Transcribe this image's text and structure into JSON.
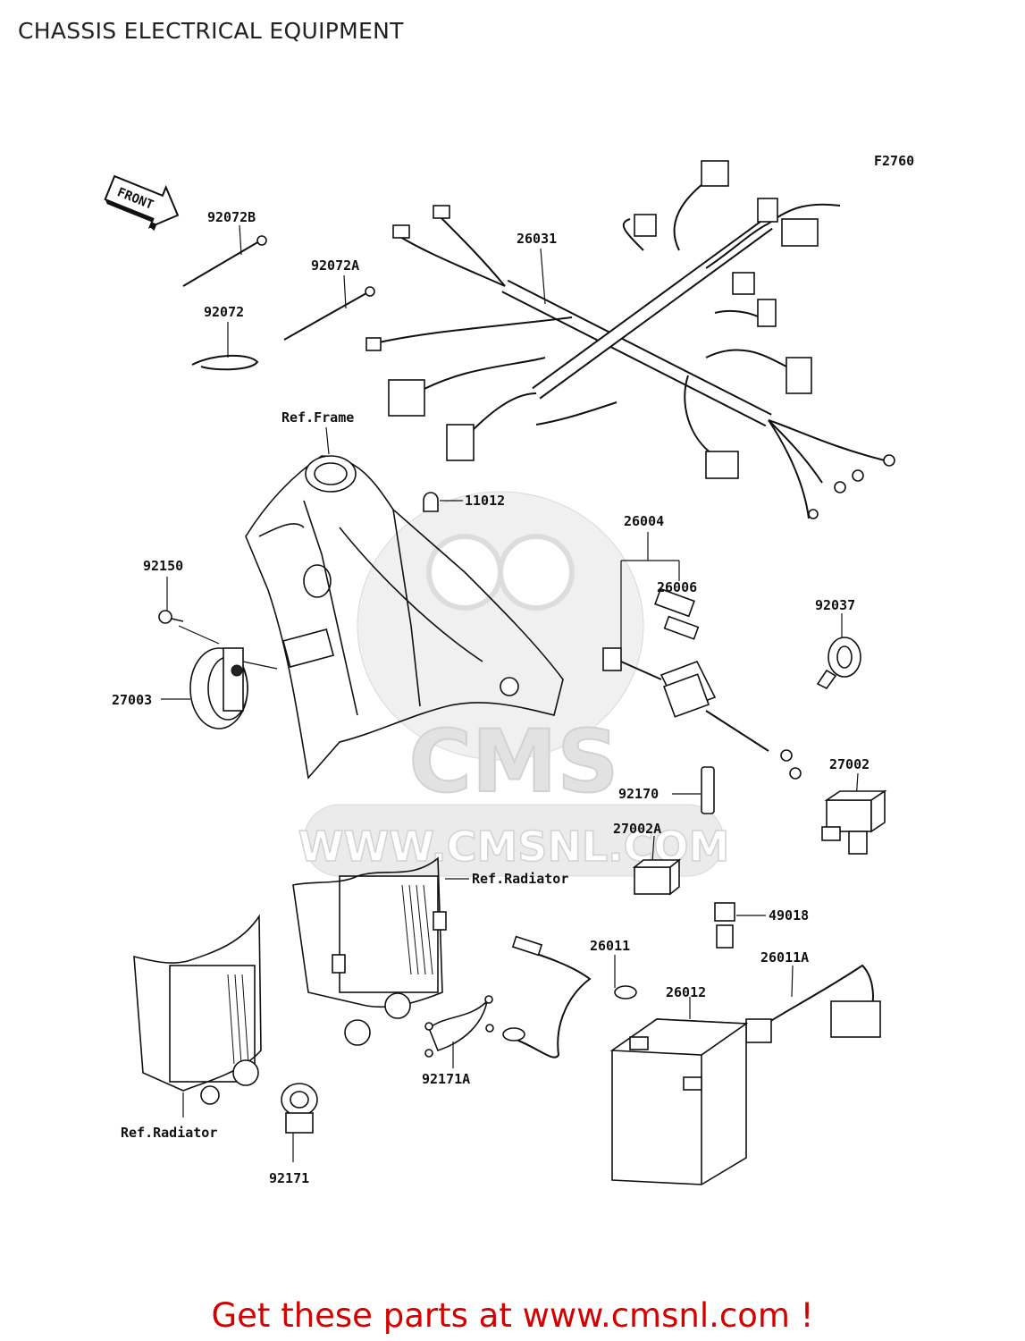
{
  "page_title": "CHASSIS ELECTRICAL EQUIPMENT",
  "figure_code": "F2760",
  "front_marker": "FRONT",
  "watermark": {
    "logo_text": "CMS",
    "url_text": "WWW.CMSNL.COM"
  },
  "part_labels": {
    "p92072B": "92072B",
    "p92072A": "92072A",
    "p92072": "92072",
    "p26031": "26031",
    "ref_frame": "Ref.Frame",
    "p11012": "11012",
    "p26004": "26004",
    "p26006": "26006",
    "p92150": "92150",
    "p92037": "92037",
    "p27003": "27003",
    "p27002": "27002",
    "p92170": "92170",
    "p27002A": "27002A",
    "ref_radiator_upper": "Ref.Radiator",
    "p49018": "49018",
    "p26011": "26011",
    "p26011A": "26011A",
    "p26012": "26012",
    "p92171A": "92171A",
    "ref_radiator_lower": "Ref.Radiator",
    "p92171": "92171"
  },
  "footer_cta": "Get these parts at www.cmsnl.com !",
  "colors": {
    "line": "#111111",
    "cta_red": "#d40000",
    "watermark_grey": "#e6e6e6"
  }
}
